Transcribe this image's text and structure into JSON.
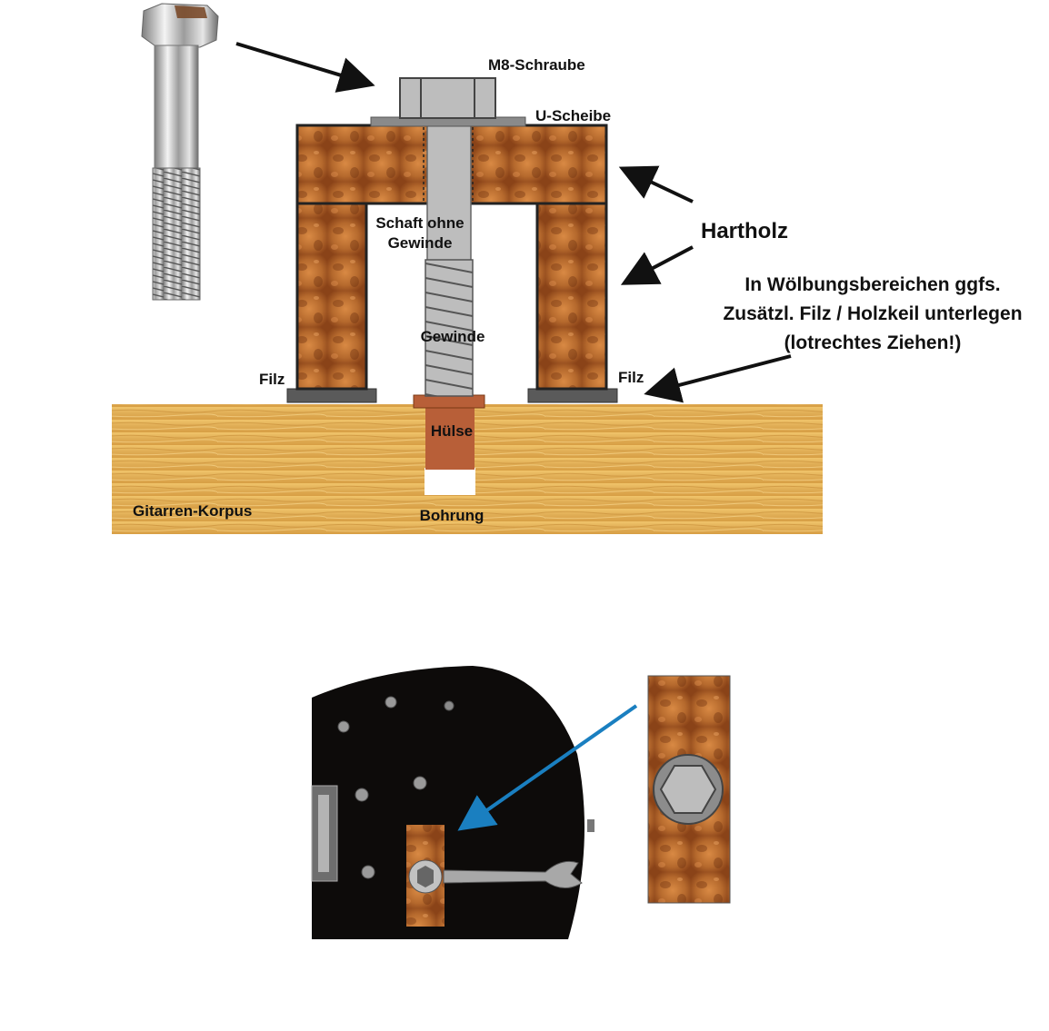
{
  "labels": {
    "m8_screw": "M8-Schraube",
    "washer": "U-Scheibe",
    "hardwood": "Hartholz",
    "shank_line1": "Schaft ohne",
    "shank_line2": "Gewinde",
    "thread": "Gewinde",
    "felt_left": "Filz",
    "felt_right": "Filz",
    "note_line1": "In Wölbungsbereichen ggfs.",
    "note_line2": "Zusätzl. Filz / Holzkeil unterlegen",
    "note_line3": "(lotrechtes Ziehen!)",
    "sleeve": "Hülse",
    "body": "Gitarren-Korpus",
    "hole": "Bohrung"
  },
  "colors": {
    "hardwood": "#b5692d",
    "hardwood_dark": "#7a3a14",
    "body_wood": "#e3b25a",
    "sleeve": "#b85f38",
    "felt": "#5a5a5a",
    "bolt": "#bdbdbd",
    "arrow_black": "#111111",
    "arrow_blue": "#1a7fc0",
    "pickguard": "#0d0b0a"
  }
}
